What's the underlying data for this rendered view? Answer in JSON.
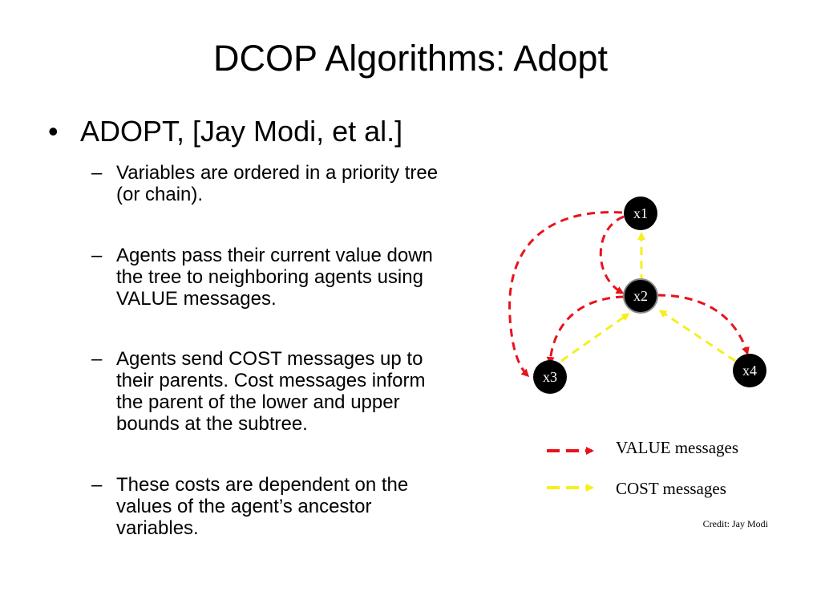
{
  "slide": {
    "title": "DCOP Algorithms: Adopt",
    "bullet": {
      "mark": "•",
      "text": "ADOPT, [Jay Modi, et al.]"
    },
    "dash": "–",
    "subbullets": [
      "Variables are ordered in a priority tree\n(or chain).",
      "Agents pass their current value down\nthe tree to neighboring agents using\nVALUE messages.",
      "Agents send COST messages up to\ntheir parents. Cost messages inform\nthe parent of the lower and upper\nbounds at the subtree.",
      "These costs are dependent on the\nvalues of the agent’s ancestor\nvariables."
    ]
  },
  "diagram": {
    "nodes": [
      "x1",
      "x2",
      "x3",
      "x4"
    ],
    "colors": {
      "value_messages": "#e8121b",
      "cost_messages": "#f5f01a",
      "node_fill": "#000000"
    },
    "legend": {
      "value": "VALUE messages",
      "cost": "COST messages"
    },
    "credit": "Credit: Jay Modi"
  }
}
